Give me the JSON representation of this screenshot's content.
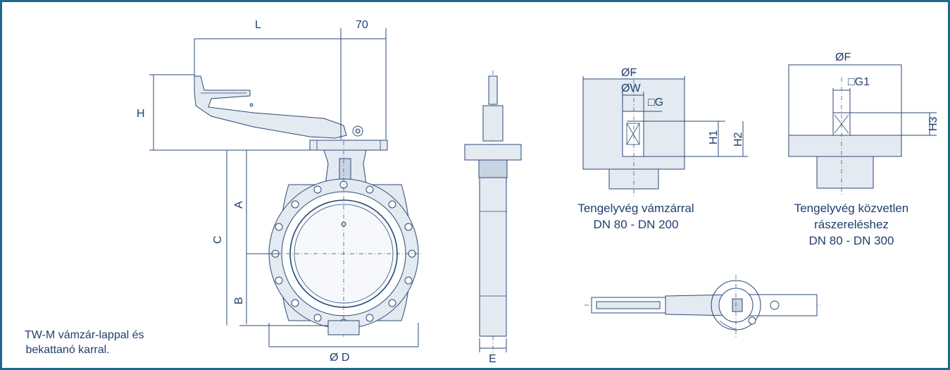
{
  "colors": {
    "frame": "#1d6a8a",
    "line": "#2a4a78",
    "text": "#1f3f6e",
    "fill_light": "#e4eaf1",
    "fill_mid": "#c9d4e2"
  },
  "dimensions": {
    "L": "L",
    "seventy": "70",
    "H": "H",
    "A": "A",
    "C": "C",
    "B": "B",
    "D": "Ø D",
    "E": "E",
    "F1": "ØF",
    "W": "ØW",
    "G": "□G",
    "H1": "H1",
    "H2": "H2",
    "F2": "ØF",
    "G1": "□G1",
    "H3": "H3"
  },
  "captions": {
    "detail1_line1": "Tengelyvég vámzárral",
    "detail1_line2": "DN 80 - DN 200",
    "detail2_line1": "Tengelyvég közvetlen",
    "detail2_line2": "rászereléshez",
    "detail2_line3": "DN 80 - DN 300"
  },
  "note": {
    "line1": "TW-M vámzár-lappal és",
    "line2": " bekattanó karral."
  }
}
